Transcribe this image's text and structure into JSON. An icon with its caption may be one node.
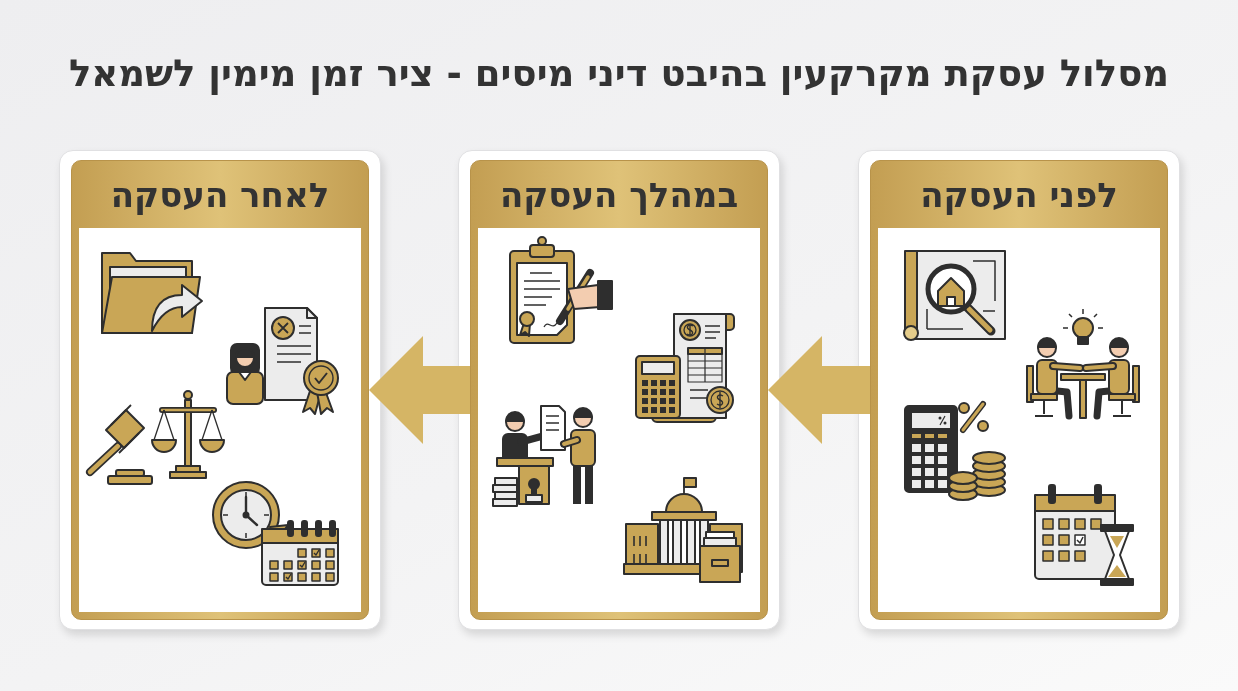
{
  "diagram": {
    "title": "מסלול עסקת מקרקעין בהיבט דיני מיסים - ציר זמן מימין לשמאל",
    "nodes": [
      {
        "text": [
          "לפני העסקה"
        ]
      },
      {
        "text": [
          "במהלך העסקה"
        ]
      },
      {
        "text": [
          "לאחר העסקה"
        ]
      }
    ],
    "edges": [
      {
        "from": 0,
        "to": 1,
        "arrow": "to"
      },
      {
        "from": 1,
        "to": 2,
        "arrow": "to"
      }
    ]
  }
}
